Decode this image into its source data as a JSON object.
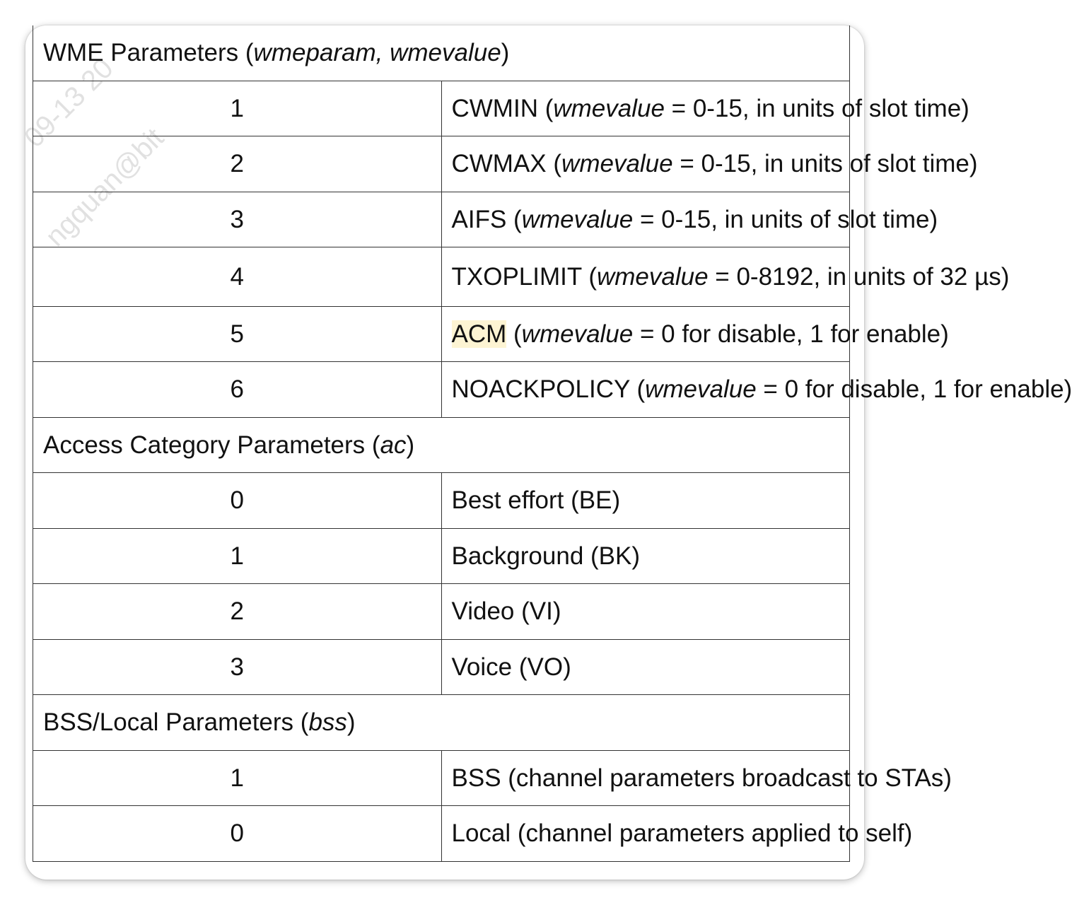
{
  "sections": {
    "wme": {
      "name": "WME Parameters",
      "args": "wmeparam, wmevalue",
      "rows": [
        {
          "num": "1",
          "label": "CWMIN",
          "arg": "wmevalue",
          "rest": " = 0-15, in units of slot time)"
        },
        {
          "num": "2",
          "label": "CWMAX",
          "arg": "wmevalue",
          "rest": " = 0-15, in units of slot time)"
        },
        {
          "num": "3",
          "label": "AIFS",
          "arg": "wmevalue",
          "rest": " = 0-15, in units of slot time)"
        },
        {
          "num": "4",
          "label": "TXOPLIMIT",
          "arg": "wmevalue",
          "rest": " = 0-8192, in units of 32 µs)"
        },
        {
          "num": "5",
          "label": "ACM",
          "arg": "wmevalue",
          "rest": " = 0 for disable, 1 for enable)"
        },
        {
          "num": "6",
          "label": "NOACKPOLICY",
          "arg": "wmevalue",
          "rest": " = 0 for disable, 1 for enable)"
        }
      ]
    },
    "ac": {
      "name": "Access Category Parameters",
      "args": "ac",
      "rows": [
        {
          "num": "0",
          "text": "Best effort (BE)"
        },
        {
          "num": "1",
          "text": "Background (BK)"
        },
        {
          "num": "2",
          "text": "Video (VI)"
        },
        {
          "num": "3",
          "text": "Voice (VO)"
        }
      ]
    },
    "bss": {
      "name": "BSS/Local Parameters",
      "args": "bss",
      "rows": [
        {
          "num": "1",
          "text": "BSS (channel parameters broadcast to STAs)"
        },
        {
          "num": "0",
          "text": "Local (channel parameters applied to self)"
        }
      ]
    }
  },
  "watermark": {
    "line1": "09-13 20",
    "line2": "ngquan@bit"
  },
  "colors": {
    "highlight": "#fdf4d3",
    "border": "#333333",
    "text": "#111111"
  }
}
